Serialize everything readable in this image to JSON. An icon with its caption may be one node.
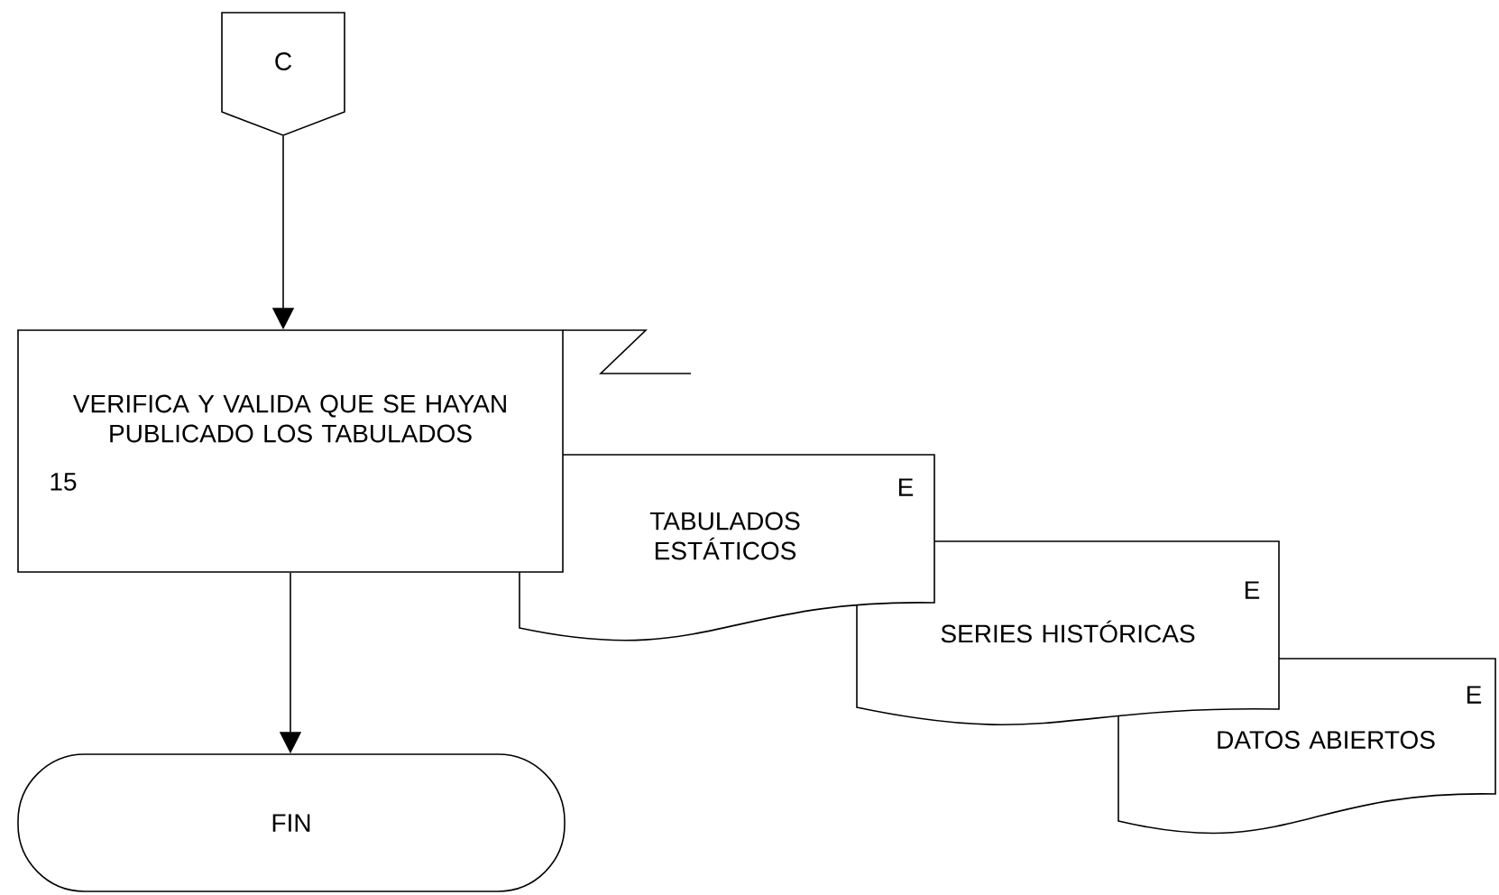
{
  "diagram": {
    "nodes": [
      {
        "text": [
          "C"
        ]
      },
      {
        "text": [
          "VERIFICA Y VALIDA QUE SE HAYAN PUBLICADO LOS TABULADOS",
          "15"
        ]
      },
      {
        "text": [
          "TABULADOS ESTÁTICOS",
          "E"
        ]
      },
      {
        "text": [
          "SERIES HISTÓRICAS",
          "E"
        ]
      },
      {
        "text": [
          "DATOS ABIERTOS",
          "E"
        ]
      },
      {
        "text": [
          "FIN"
        ]
      }
    ],
    "edges": [
      {
        "from": 0,
        "to": 1,
        "arrow": "to"
      },
      {
        "from": 1,
        "to": 5,
        "arrow": "to"
      }
    ]
  }
}
